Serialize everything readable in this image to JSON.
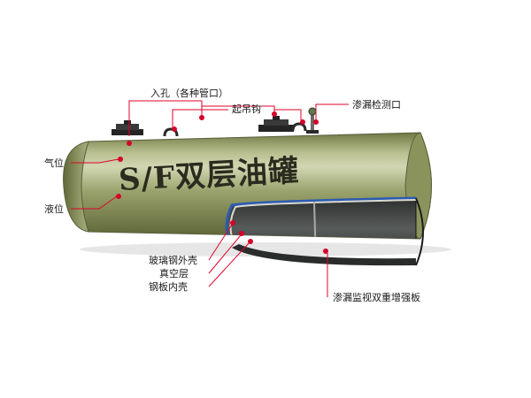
{
  "diagram": {
    "title": "S/F双层油罐",
    "labels": {
      "manhole": "入孔（各种管口）",
      "lifting_hook": "起吊钩",
      "leak_detection_port": "渗漏检测口",
      "gas_level": "气位",
      "liquid_level": "液位",
      "frp_outer_shell": "玻璃钢外壳",
      "vacuum_layer": "真空层",
      "steel_inner_shell": "钢板内壳",
      "leak_monitor_plate": "渗漏监视双重增强板"
    },
    "colors": {
      "tank_body": "#8c9660",
      "tank_highlight": "#c4cba0",
      "tank_shadow": "#5e6638",
      "inner_shell": "#3a3d3c",
      "leader_line": "#e0002a",
      "marker": "#d4002a",
      "hardware": "#2a2a2a"
    }
  }
}
